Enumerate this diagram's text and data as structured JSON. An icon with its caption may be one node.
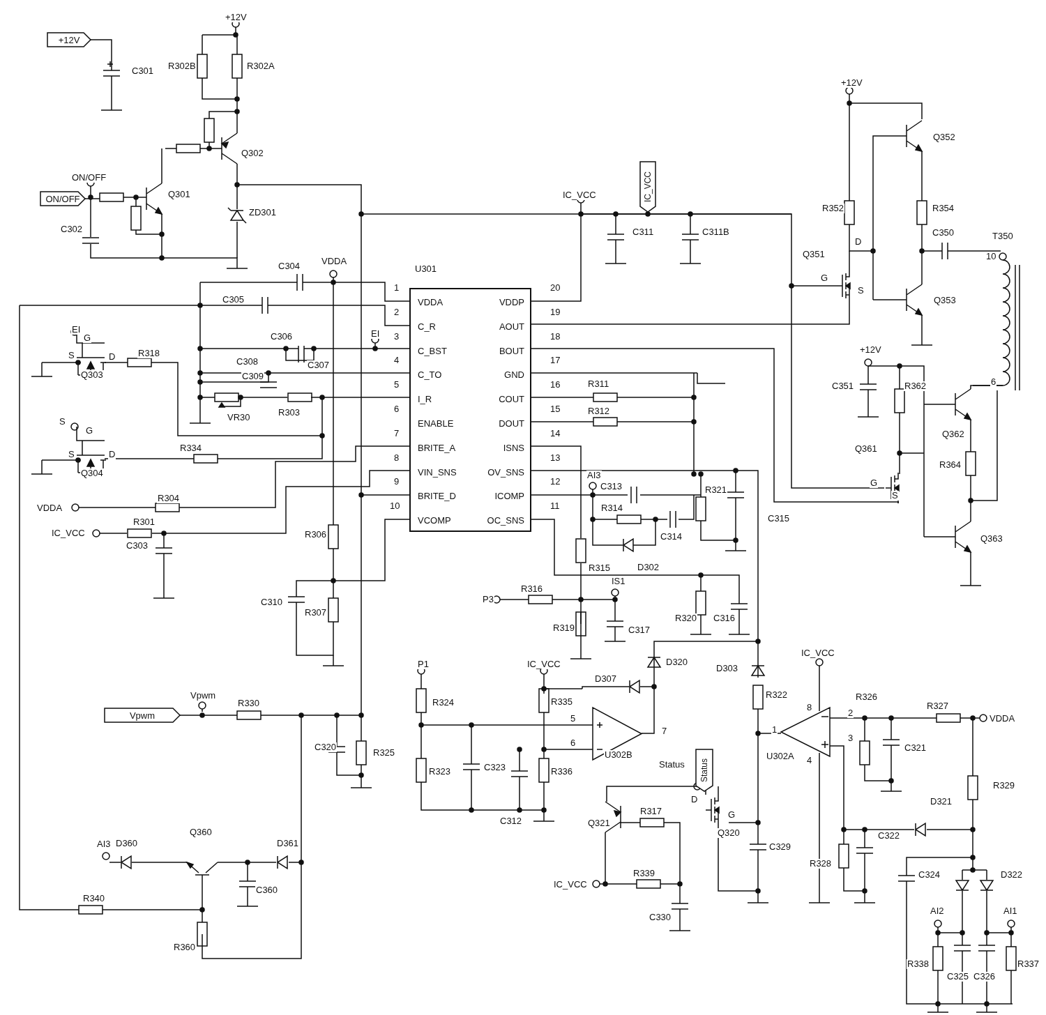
{
  "diagram": {
    "nodes": [
      {
        "text": [
          "U301",
          "VDDA",
          "C_R",
          "C_BST",
          "C_TO",
          "I_R",
          "ENABLE",
          "BRITE_A",
          "VIN_SNS",
          "BRITE_D",
          "VCOMP",
          "VDDP",
          "AOUT",
          "BOUT",
          "GND",
          "COUT",
          "DOUT",
          "ISNS",
          "OV_SNS",
          "ICOMP",
          "OC_SNS"
        ]
      },
      {
        "text": [
          "+12V"
        ]
      },
      {
        "text": [
          "ON/OFF"
        ]
      },
      {
        "text": [
          "IC_VCC"
        ]
      },
      {
        "text": [
          "Vpwm"
        ]
      },
      {
        "text": [
          "Status"
        ]
      }
    ],
    "labels": [
      "+12V",
      "C301",
      "R302B",
      "R302A",
      "Q302",
      "ON/OFF",
      "Q301",
      "ZD301",
      "C302",
      "C304",
      "VDDA",
      "C305",
      "EI",
      "G",
      "S",
      "D",
      "Q303",
      "R318",
      "C306",
      "C307",
      "C308",
      "C309",
      "EI",
      "VR30",
      "R303",
      "S",
      "G",
      "S",
      "D",
      "Q304",
      "R334",
      "VDDA",
      "R304",
      "IC_VCC",
      "R301",
      "C303",
      "R306",
      "C310",
      "R307",
      "1",
      "2",
      "3",
      "4",
      "5",
      "6",
      "7",
      "8",
      "9",
      "10",
      "20",
      "19",
      "18",
      "17",
      "16",
      "15",
      "14",
      "13",
      "12",
      "11",
      "IC_VCC",
      "C311",
      "C311B",
      "+12V",
      "Q352",
      "R352",
      "R354",
      "C350",
      "T350",
      "10",
      "Q351",
      "D",
      "G",
      "S",
      "Q353",
      "+12V",
      "C351",
      "R362",
      "Q362",
      "6",
      "Q361",
      "R364",
      "G",
      "S",
      "Q363",
      "C315",
      "R311",
      "R312",
      "AI3",
      "C313",
      "R321",
      "R314",
      "C314",
      "R315",
      "D302",
      "IS1",
      "P3",
      "R316",
      "R319",
      "C317",
      "R320",
      "C316",
      "P1",
      "R324",
      "IC_VCC",
      "R335",
      "D307",
      "D320",
      "5",
      "6",
      "7",
      "U302B",
      "R323",
      "C323",
      "R336",
      "C312",
      "Vpwm",
      "R330",
      "C320",
      "R325",
      "Status",
      "D",
      "G",
      "Q321",
      "R317",
      "Q320",
      "C329",
      "IC_VCC",
      "R339",
      "C330",
      "D303",
      "R322",
      "IC_VCC",
      "8",
      "1",
      "2",
      "3",
      "4",
      "U302A",
      "R326",
      "R327",
      "VDDA",
      "C321",
      "R329",
      "D321",
      "C322",
      "R328",
      "C324",
      "D322",
      "AI2",
      "AI1",
      "R338",
      "C325",
      "C326",
      "R337",
      "AI3",
      "D360",
      "Q360",
      "D361",
      "C360",
      "R340",
      "R360"
    ]
  }
}
